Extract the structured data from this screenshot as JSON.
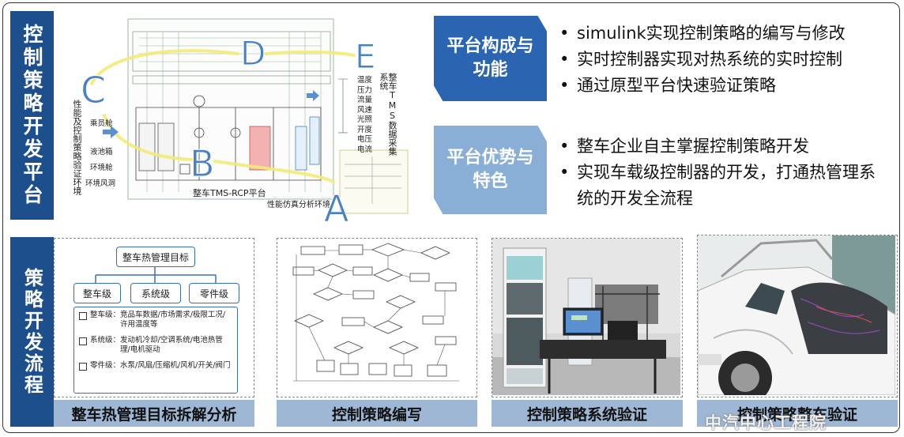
{
  "left_bars": {
    "top_label": "控制策略开发平台",
    "bottom_label": "策略开发流程"
  },
  "platform_diagram": {
    "letters": {
      "a": "A",
      "b": "B",
      "c": "C",
      "d": "D",
      "e": "E"
    },
    "rcp_label": "整车TMS-RCP平台",
    "sim_label": "性能仿真分析环境",
    "left_vertical": "性能及控制策略验证环境",
    "right_vertical": "整车TMS数据采集系统",
    "sensor_list": [
      "温度",
      "压力",
      "流量",
      "风速",
      "光照",
      "开度",
      "电压",
      "电流"
    ],
    "left_small": [
      "乘员舱",
      "液池箱",
      "环境舱",
      "环境风洞"
    ]
  },
  "section1": {
    "badge": "平台构成与功能",
    "bullets": [
      "simulink实现控制策略的编写与修改",
      "实时控制器实现对热系统的实时控制",
      "通过原型平台快速验证策略"
    ]
  },
  "section2": {
    "badge": "平台优势与特色",
    "bullets": [
      "整车企业自主掌握控制策略开发",
      "实现车载级控制器的开发，打通热管理系统的开发全流程"
    ]
  },
  "panels": [
    {
      "caption": "整车热管理目标拆解分析"
    },
    {
      "caption": "控制策略编写"
    },
    {
      "caption": "控制策略系统验证"
    },
    {
      "caption": "控制策略整车验证"
    }
  ],
  "tree": {
    "root": "整车热管理目标",
    "levels": [
      "整车级",
      "系统级",
      "零件级"
    ],
    "details": [
      {
        "title": "整车级：",
        "text": "竞品车数据/市场需求/极限工况/许用温度等"
      },
      {
        "title": "系统级：",
        "text": "发动机冷却/空调系统/电池热管理/电机驱动"
      },
      {
        "title": "零件级：",
        "text": "水泵/风扇/压缩机/风机/开关/阀门"
      }
    ]
  },
  "logo": {
    "text": "中汽中心工程院"
  },
  "colors": {
    "bar": "#1c4f8c",
    "badge1": "#2b65b2",
    "badge2": "#8aafd6",
    "caption": "#9db7d5",
    "highlight": "#f3ea77"
  }
}
